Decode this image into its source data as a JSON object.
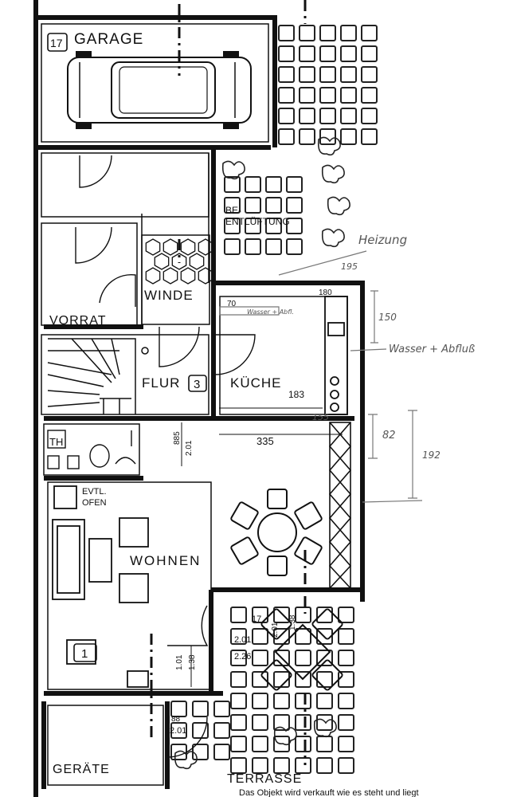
{
  "rooms": {
    "garage": "GARAGE",
    "vorrat": "VORRAT",
    "winde": "WINDE",
    "flur": "FLUR",
    "kueche": "KÜCHE",
    "wohnen": "WOHNEN",
    "geraete": "GERÄTE",
    "terrasse": "TERRASSE"
  },
  "markers": {
    "garage_no": "17",
    "flur_no": "3",
    "wohnen_no": "1",
    "th": "TH",
    "hatch_no": "17"
  },
  "labels": {
    "be_entlueftung_1": "BE-",
    "be_entlueftung_2": "ENTLÜFTUNG",
    "evtl": "EVTL.",
    "ofen": "OFEN"
  },
  "dimensions": {
    "d183": "183",
    "d335": "335",
    "d885": "885",
    "d201_a": "2.01",
    "d201_b": "2.01",
    "d201_c": "2.01",
    "d201_d": "2.01",
    "d226": "2.26",
    "d138_a": "1.38",
    "d138_b": "1.38",
    "d101": "1.01",
    "d88": "88",
    "d70": "70",
    "d180": "180"
  },
  "handnotes": {
    "heizung": "Heizung",
    "wasser_abfluss": "Wasser + Abfluß",
    "wasser_small": "Wasser + Abfl.",
    "h150": "150",
    "h82": "82",
    "h192": "192",
    "h195": "195",
    "h155": "155"
  },
  "footer": {
    "note": "Das Objekt wird verkauft wie es steht und liegt"
  }
}
